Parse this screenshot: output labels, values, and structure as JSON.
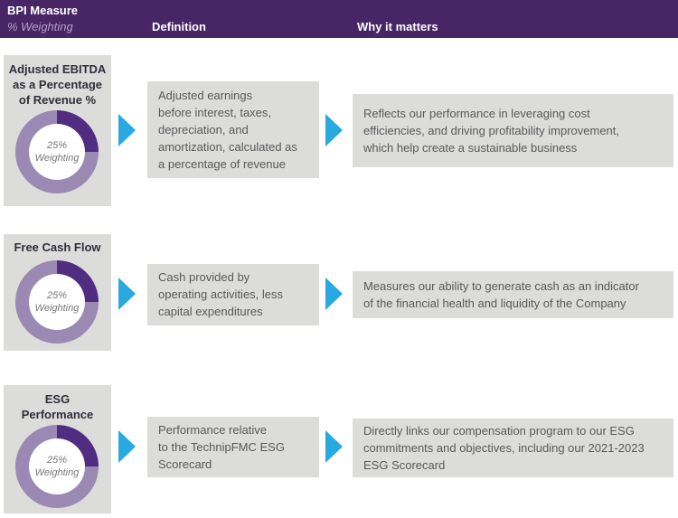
{
  "header": {
    "measure": "BPI Measure",
    "weighting": "% Weighting",
    "definition": "Definition",
    "why": "Why it matters"
  },
  "colors": {
    "header_bg": "#482565",
    "header_sub": "#B4A0C8",
    "arrow": "#29A9E0",
    "donut_dark": "#502D80",
    "donut_light": "#9A89B3",
    "box_bg": "#DCDCDB",
    "title_text": "#2F2E3A",
    "body_text": "#58595B",
    "weighting_text": "#77787B"
  },
  "rows": [
    {
      "measure": "Adjusted EBITDA\nas a Percentage\nof Revenue %",
      "weighting_value": 25,
      "weighting_pct": "25%",
      "weighting_label": "Weighting",
      "definition": "Adjusted earnings\nbefore interest, taxes,\ndepreciation, and\namortization, calculated as\na percentage of revenue",
      "why": "Reflects our performance in leveraging cost\nefficiencies, and driving profitability improvement,\nwhich help create a sustainable business"
    },
    {
      "measure": "Free Cash Flow",
      "weighting_value": 25,
      "weighting_pct": "25%",
      "weighting_label": "Weighting",
      "definition": "Cash provided by\noperating activities, less\ncapital expenditures",
      "why": "Measures our ability to generate cash as an indicator\nof the financial health and liquidity of the Company"
    },
    {
      "measure": "ESG\nPerformance",
      "weighting_value": 25,
      "weighting_pct": "25%",
      "weighting_label": "Weighting",
      "definition": "Performance relative\nto the TechnipFMC ESG\nScorecard",
      "why": "Directly links our compensation program to our ESG\ncommitments and objectives, including our 2021-2023\nESG Scorecard"
    }
  ]
}
